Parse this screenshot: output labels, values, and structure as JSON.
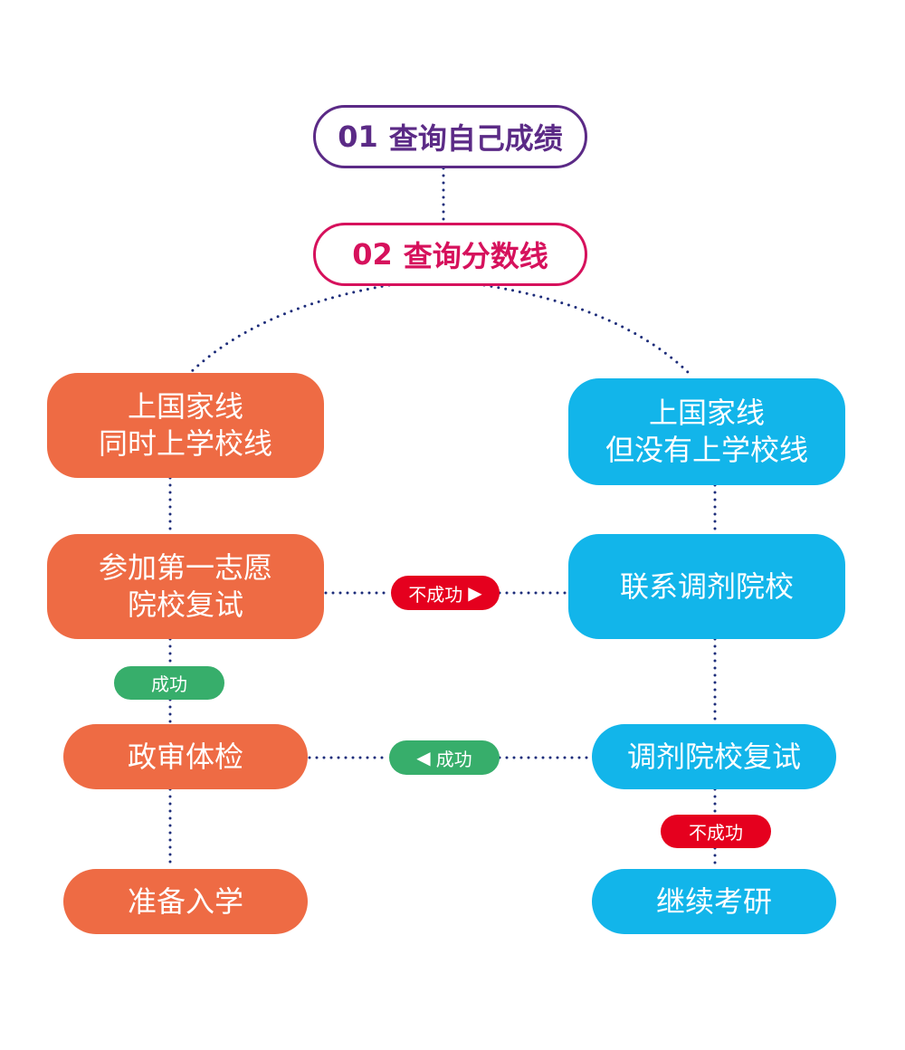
{
  "colors": {
    "step1": "#5b2a86",
    "step2": "#d6115c",
    "orange": "#ee6b44",
    "blue": "#12b5ea",
    "red": "#e5001e",
    "green": "#37ae6b",
    "dots": "#1d2d7a"
  },
  "steps": [
    {
      "num": "01",
      "label": "查询自己成绩"
    },
    {
      "num": "02",
      "label": "查询分数线"
    }
  ],
  "left": [
    {
      "label": "上国家线\n同时上学校线"
    },
    {
      "label": "参加第一志愿\n院校复试"
    },
    {
      "label": "政审体检"
    },
    {
      "label": "准备入学"
    }
  ],
  "right": [
    {
      "label": "上国家线\n但没有上学校线"
    },
    {
      "label": "联系调剂院校"
    },
    {
      "label": "调剂院校复试"
    },
    {
      "label": "继续考研"
    }
  ],
  "badges": {
    "fail_to_adjust": {
      "label": "不成功",
      "arrow": "▶"
    },
    "success_left": {
      "label": "成功"
    },
    "success_from_adjust": {
      "label": "成功",
      "arrow": "◀"
    },
    "fail_continue": {
      "label": "不成功"
    }
  }
}
